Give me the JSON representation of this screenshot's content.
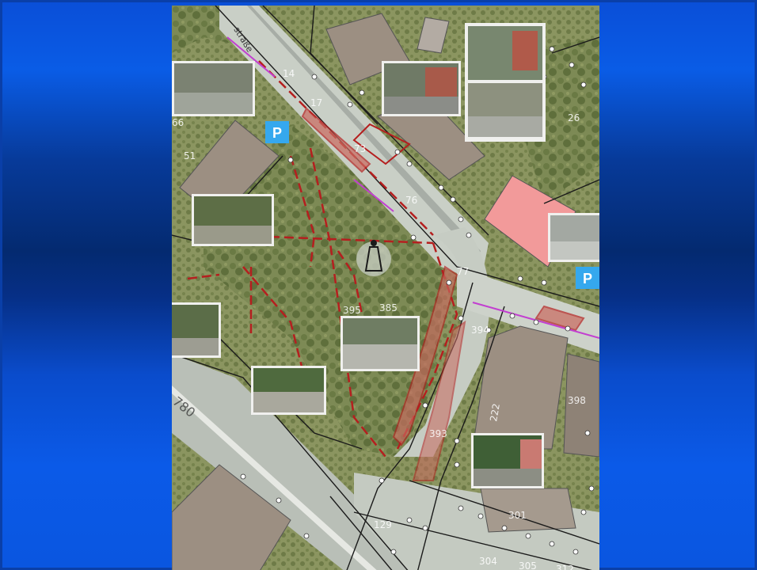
{
  "map": {
    "street_name": "straße",
    "road_number": "780",
    "parking_symbol": "P",
    "parcel_labels": {
      "l14": "14",
      "l17": "17",
      "l66": "66",
      "l51": "51",
      "l73": "73",
      "l76": "76",
      "l77": "77",
      "l26": "26",
      "l385": "385",
      "l395": "395",
      "l394": "394",
      "l222": "222",
      "l393": "393",
      "l129": "129",
      "l301": "301",
      "l304": "304",
      "l305": "305",
      "l312": "312",
      "l398": "398"
    }
  },
  "colors": {
    "background_top": "#0a4fd8",
    "background_mid": "#042a70",
    "building_roof": "#9c8f82",
    "highlighted_building": "#f29a9a",
    "path_marking": "#b51f1f",
    "parking_sign": "#35a8ee"
  }
}
